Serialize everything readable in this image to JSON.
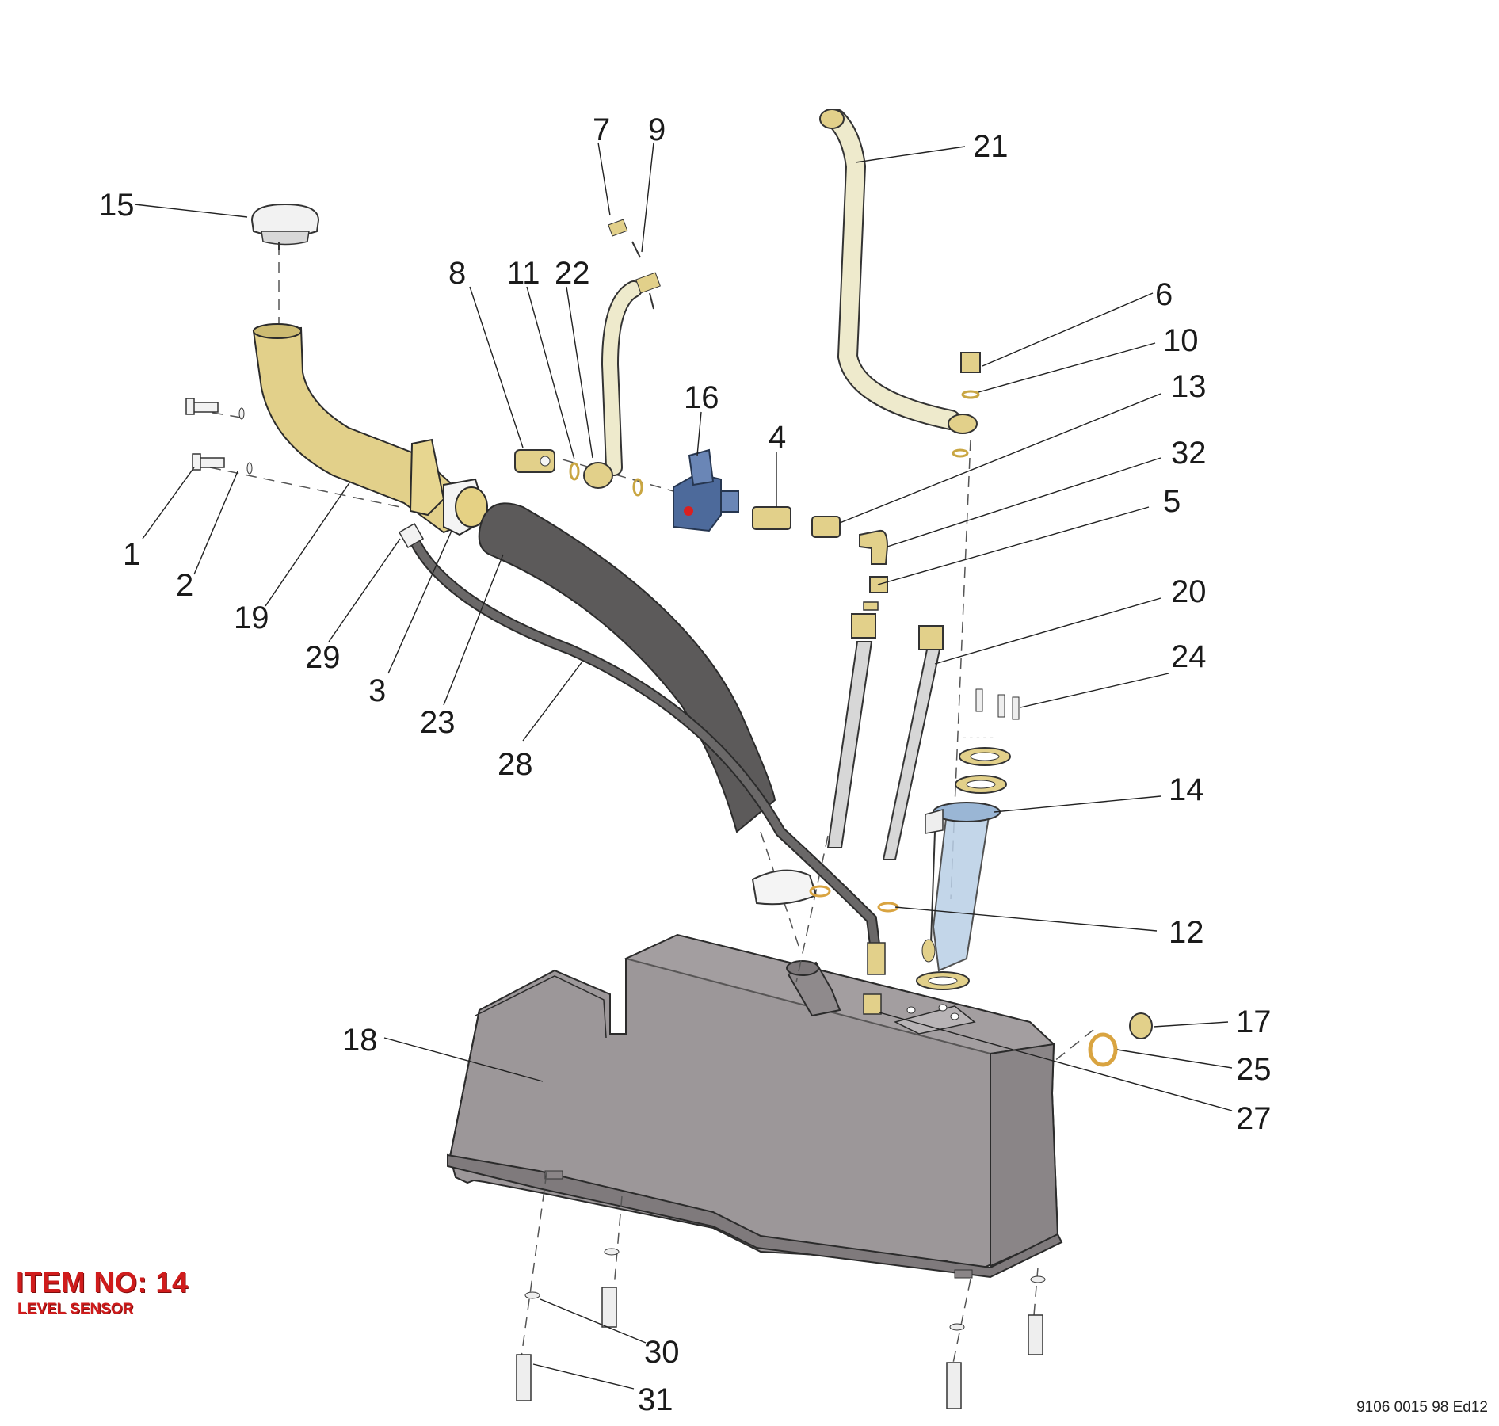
{
  "callouts": [
    {
      "id": "1",
      "text": "1"
    },
    {
      "id": "2",
      "text": "2"
    },
    {
      "id": "3",
      "text": "3"
    },
    {
      "id": "4",
      "text": "4"
    },
    {
      "id": "5",
      "text": "5"
    },
    {
      "id": "6",
      "text": "6"
    },
    {
      "id": "7",
      "text": "7"
    },
    {
      "id": "8",
      "text": "8"
    },
    {
      "id": "9",
      "text": "9"
    },
    {
      "id": "10",
      "text": "10"
    },
    {
      "id": "11",
      "text": "11"
    },
    {
      "id": "12",
      "text": "12"
    },
    {
      "id": "13",
      "text": "13"
    },
    {
      "id": "14",
      "text": "14"
    },
    {
      "id": "15",
      "text": "15"
    },
    {
      "id": "16",
      "text": "16"
    },
    {
      "id": "17",
      "text": "17"
    },
    {
      "id": "18",
      "text": "18"
    },
    {
      "id": "19",
      "text": "19"
    },
    {
      "id": "20",
      "text": "20"
    },
    {
      "id": "21",
      "text": "21"
    },
    {
      "id": "22",
      "text": "22"
    },
    {
      "id": "23",
      "text": "23"
    },
    {
      "id": "24",
      "text": "24"
    },
    {
      "id": "25",
      "text": "25"
    },
    {
      "id": "27",
      "text": "27"
    },
    {
      "id": "28",
      "text": "28"
    },
    {
      "id": "29",
      "text": "29"
    },
    {
      "id": "30",
      "text": "30"
    },
    {
      "id": "31",
      "text": "31"
    },
    {
      "id": "32",
      "text": "32"
    }
  ],
  "highlight": {
    "title": "ITEM NO: 14",
    "subtitle": "LEVEL SENSOR",
    "color": "#d01c1c"
  },
  "document_number": "9106 0015 98 Ed12",
  "colors": {
    "brass": "#e2d08a",
    "hose_dark": "#5c5a5a",
    "tank": "#9a9597",
    "hose_light": "#eeeacc",
    "sensor_blue": "#b9cfe6",
    "valve_blue": "#4d6a9b"
  }
}
